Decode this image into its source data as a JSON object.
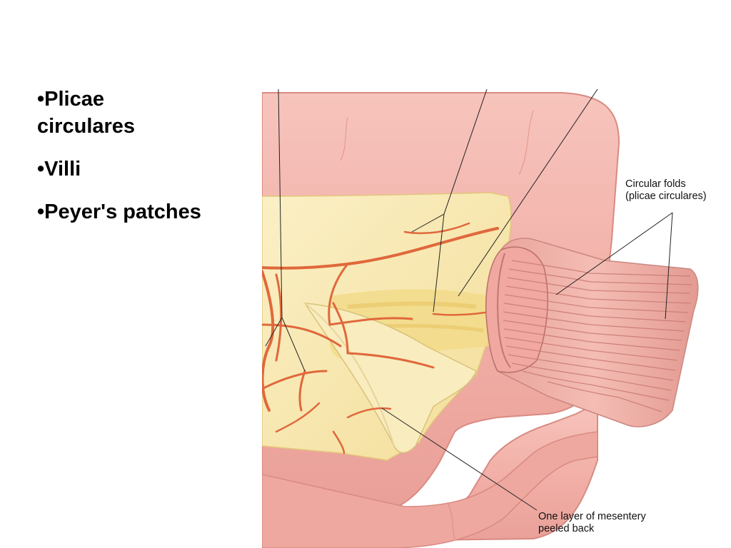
{
  "bullets": [
    "•Plicae circulares",
    "•Villi",
    "•Peyer's patches"
  ],
  "labels": {
    "circular_folds": "Circular folds\n(plicae circulares)",
    "mesentery": "One layer of mesentery\npeeled back"
  },
  "colors": {
    "intestine_wall": "#f2b0a8",
    "intestine_shadow": "#d98a82",
    "mesentery": "#f7e9b0",
    "fat": "#f0d985",
    "vessel": "#e0683c",
    "fold_stripe": "#c97a74"
  }
}
